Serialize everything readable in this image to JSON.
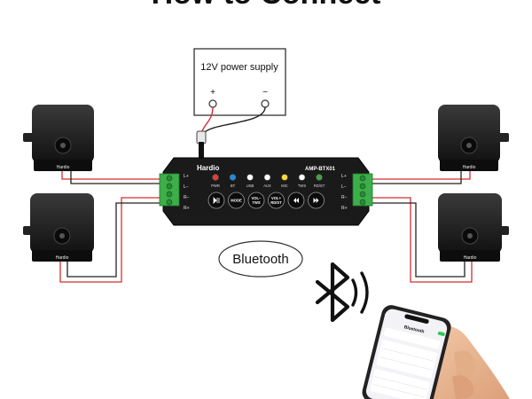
{
  "heading": "How to Connect",
  "power_supply": {
    "label": "12V power supply",
    "plus": "+",
    "minus": "−"
  },
  "amplifier": {
    "brand": "Hardio",
    "model": "AMP-BTX01",
    "left_terminals": [
      "L+",
      "L−",
      "R−",
      "R+"
    ],
    "right_terminals": [
      "L+",
      "L−",
      "R−",
      "R+"
    ],
    "indicators": [
      {
        "label": "PWR",
        "color": "#e53935"
      },
      {
        "label": "BT",
        "color": "#1e88e5"
      },
      {
        "label": "USB",
        "color": "#ffffff"
      },
      {
        "label": "AUX",
        "color": "#ffffff"
      },
      {
        "label": "MIC",
        "color": "#fdd835"
      },
      {
        "label": "TWS",
        "color": "#ffffff"
      },
      {
        "label": "RD/ST",
        "color": "#43a047"
      }
    ],
    "buttons": [
      "",
      "MODE",
      "VOL−\nTWS",
      "VOL+\nRD/ST",
      "",
      ""
    ],
    "button_icons": [
      "play-pause-icon",
      "",
      "",
      "",
      "previous-icon",
      "next-icon"
    ]
  },
  "speakers": [
    {
      "position": "top-left",
      "badge": "Hardio"
    },
    {
      "position": "bottom-left",
      "badge": "Hardio"
    },
    {
      "position": "top-right",
      "badge": "Hardio"
    },
    {
      "position": "bottom-right",
      "badge": "Hardio"
    }
  ],
  "bluetooth_label": "Bluetooth",
  "phone": {
    "screen_title": "Bluetooth"
  },
  "colors": {
    "wire_red": "#d32f2f",
    "wire_black": "#222222",
    "terminal_green": "#3dae4a",
    "amp_body": "#1a1a1a"
  }
}
